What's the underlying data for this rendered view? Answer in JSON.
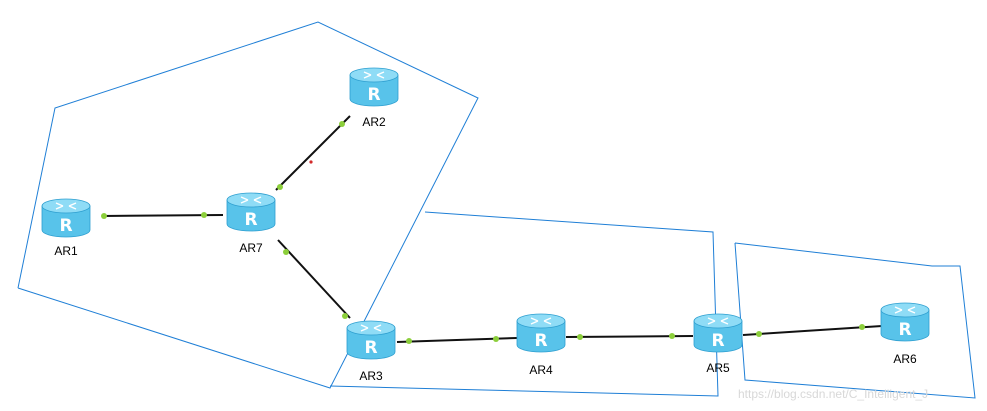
{
  "colors": {
    "area_border": "#1f7fd6",
    "link": "#111111",
    "port_dot": "#8ccf3b",
    "router_body": "#58c3ea",
    "router_top": "#8fdcf6",
    "router_shadow": "#2e9fd0",
    "router_letter": "#ffffff",
    "stray_dot": "#d22a2a"
  },
  "topology": {
    "routers": [
      {
        "id": "AR1",
        "label": "AR1",
        "icon": "router-icon"
      },
      {
        "id": "AR2",
        "label": "AR2",
        "icon": "router-icon"
      },
      {
        "id": "AR3",
        "label": "AR3",
        "icon": "router-icon"
      },
      {
        "id": "AR4",
        "label": "AR4",
        "icon": "router-icon"
      },
      {
        "id": "AR5",
        "label": "AR5",
        "icon": "router-icon"
      },
      {
        "id": "AR6",
        "label": "AR6",
        "icon": "router-icon"
      },
      {
        "id": "AR7",
        "label": "AR7",
        "icon": "router-icon"
      }
    ],
    "links": [
      {
        "from": "AR1",
        "to": "AR7"
      },
      {
        "from": "AR7",
        "to": "AR2"
      },
      {
        "from": "AR7",
        "to": "AR3"
      },
      {
        "from": "AR3",
        "to": "AR4"
      },
      {
        "from": "AR4",
        "to": "AR5"
      },
      {
        "from": "AR5",
        "to": "AR6"
      }
    ],
    "router_letter": "R"
  },
  "watermark": "https://blog.csdn.net/C_Intelligent_J"
}
